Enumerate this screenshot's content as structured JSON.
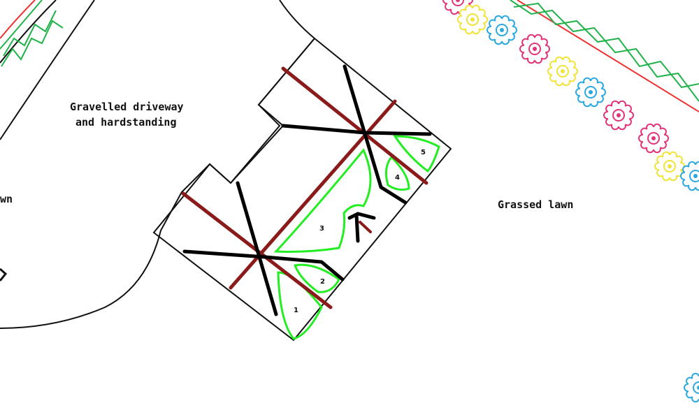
{
  "labels": {
    "driveway_line1": "Gravelled driveway",
    "driveway_line2": "and hardstanding",
    "lawn_right": "Grassed lawn",
    "lawn_left": "wn"
  },
  "beds": {
    "bed1": "1",
    "bed2": "2",
    "bed3": "3",
    "bed4": "4",
    "bed5": "5"
  },
  "colors": {
    "outline": "#111111",
    "cross": "#8b1a1a",
    "bed": "#22ee22",
    "path_line": "#000000",
    "flower_yellow": "#f2e33a",
    "flower_blue": "#2aa9e0",
    "flower_pink": "#e0357a",
    "hedge_green": "#21b34a",
    "border_red": "#e33"
  },
  "icons": [
    "flower-icon",
    "arrow-icon"
  ]
}
